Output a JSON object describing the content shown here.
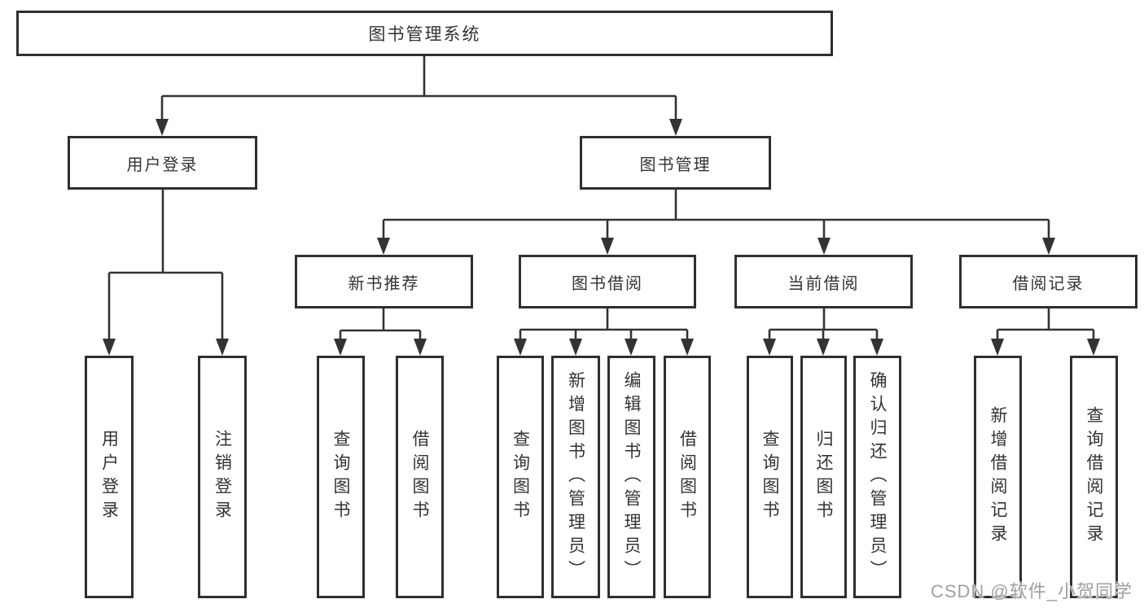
{
  "diagram": {
    "root": {
      "label": "图书管理系统"
    },
    "level2": [
      {
        "label": "用户登录"
      },
      {
        "label": "图书管理"
      }
    ],
    "level3": [
      {
        "label": "新书推荐"
      },
      {
        "label": "图书借阅"
      },
      {
        "label": "当前借阅"
      },
      {
        "label": "借阅记录"
      }
    ],
    "leaves": {
      "user_login": [
        "用户登录",
        "注销登录"
      ],
      "new_book_recommend": [
        "查询图书",
        "借阅图书"
      ],
      "book_borrow": [
        "查询图书",
        "新增图书（管理员）",
        "编辑图书（管理员）",
        "借阅图书"
      ],
      "current_borrow": [
        "查询图书",
        "归还图书",
        "确认归还（管理员）"
      ],
      "borrow_records": [
        "新增借阅记录",
        "查询借阅记录"
      ]
    }
  },
  "watermark": {
    "text": "CSDN @软件_小贺同学"
  },
  "colors": {
    "line": "#333333",
    "border": "#2f2f2f",
    "text": "#333333",
    "background": "#ffffff",
    "watermark": "#a0a0a0"
  }
}
